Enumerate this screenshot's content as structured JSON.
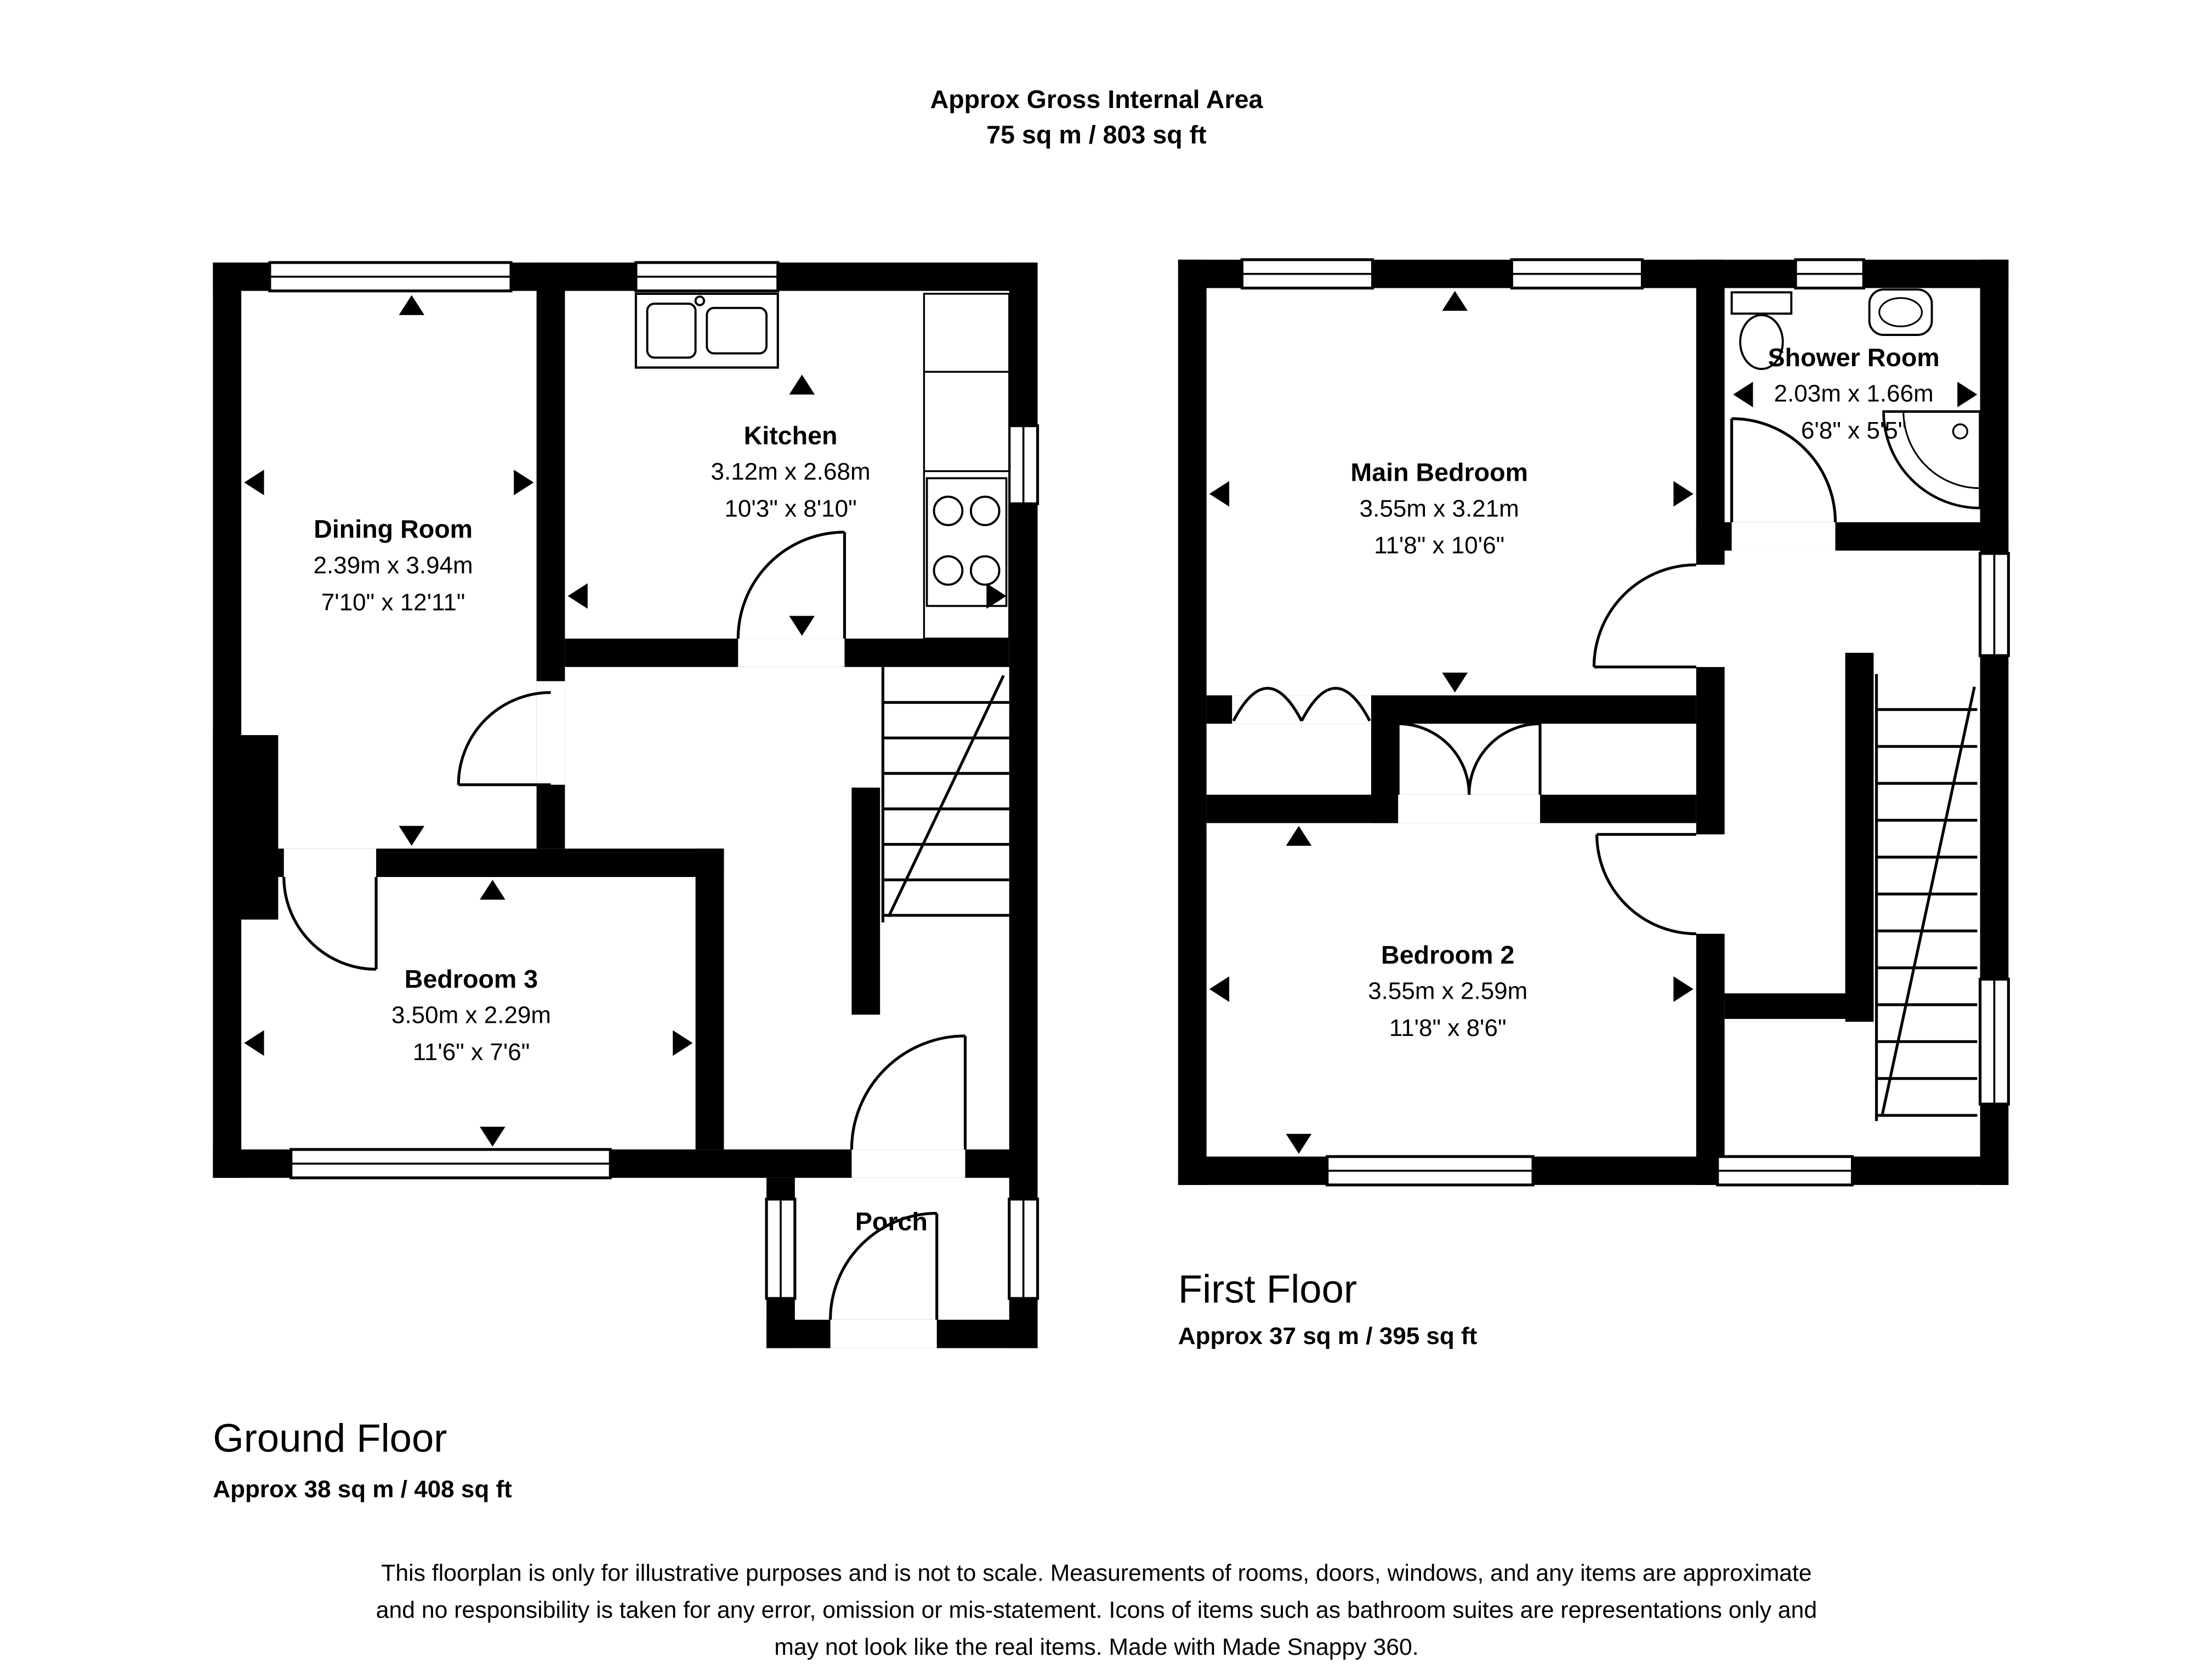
{
  "header": {
    "title": "Approx Gross Internal Area",
    "area": "75 sq m / 803 sq ft"
  },
  "ground_floor": {
    "title": "Ground Floor",
    "area": "Approx 38 sq m / 408 sq ft",
    "rooms": {
      "dining": {
        "name": "Dining Room",
        "metric": "2.39m x 3.94m",
        "imperial": "7'10\" x 12'11\""
      },
      "kitchen": {
        "name": "Kitchen",
        "metric": "3.12m x 2.68m",
        "imperial": "10'3\" x 8'10\""
      },
      "bedroom3": {
        "name": "Bedroom 3",
        "metric": "3.50m x 2.29m",
        "imperial": "11'6\" x 7'6\""
      },
      "porch": {
        "name": "Porch"
      }
    }
  },
  "first_floor": {
    "title": "First Floor",
    "area": "Approx 37 sq m / 395 sq ft",
    "rooms": {
      "main_bedroom": {
        "name": "Main Bedroom",
        "metric": "3.55m x 3.21m",
        "imperial": "11'8\" x 10'6\""
      },
      "shower": {
        "name": "Shower Room",
        "metric": "2.03m x 1.66m",
        "imperial": "6'8\" x 5'5\""
      },
      "bedroom2": {
        "name": "Bedroom 2",
        "metric": "3.55m x 2.59m",
        "imperial": "11'8\" x 8'6\""
      }
    }
  },
  "footer": {
    "lines": [
      "This floorplan is only for illustrative purposes and is not to scale. Measurements of rooms, doors, windows, and any items are approximate",
      "and no responsibility is taken for any error, omission or mis-statement. Icons of items such as bathroom suites are representations only and",
      "may not look like the real items. Made with Made Snappy 360."
    ]
  },
  "icons": [
    "sink-icon",
    "hob-icon",
    "toilet-icon",
    "basin-icon",
    "corner-shower-icon",
    "stairs",
    "measure-arrow",
    "window",
    "door-arc"
  ],
  "colors": {
    "wall": "#000000",
    "background": "#ffffff",
    "text": "#000000"
  }
}
